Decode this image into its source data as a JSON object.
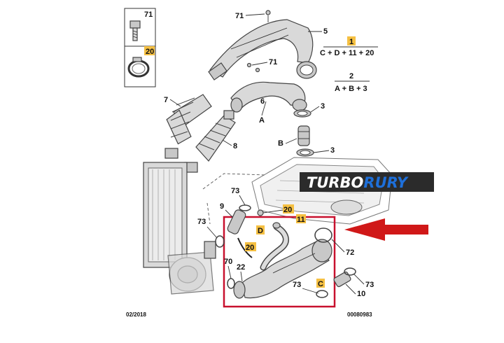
{
  "callouts": {
    "n71_top": "71",
    "n20_box": "20",
    "n71_bolt": "71",
    "n5": "5",
    "n71_mid": "71",
    "n7": "7",
    "n6": "6",
    "n3_a": "3",
    "n3_b": "3",
    "nA": "A",
    "nB": "B",
    "n8": "8",
    "n73_a": "73",
    "n9": "9",
    "n20_a": "20",
    "n11": "11",
    "n73_b": "73",
    "nD": "D",
    "n20_b": "20",
    "n72": "72",
    "n70": "70",
    "n22": "22",
    "n73_c": "73",
    "nC": "C",
    "n73_d": "73",
    "n10": "10"
  },
  "formulas": {
    "f1_number": "1",
    "f1_expr": "C + D + 11 + 20",
    "f2_number": "2",
    "f2_expr": "A + B + 3"
  },
  "footer": {
    "date": "02/2018",
    "ref": "00080983"
  },
  "brand": {
    "part1": "TURBO",
    "part2": "RURY",
    "color1": "#ffffff",
    "color2": "#1e6fd9",
    "bg": "#2b2b2b"
  },
  "colors": {
    "highlight_frame": "#c8102e",
    "label_highlight": "#f5c042",
    "arrow": "#d01818"
  }
}
